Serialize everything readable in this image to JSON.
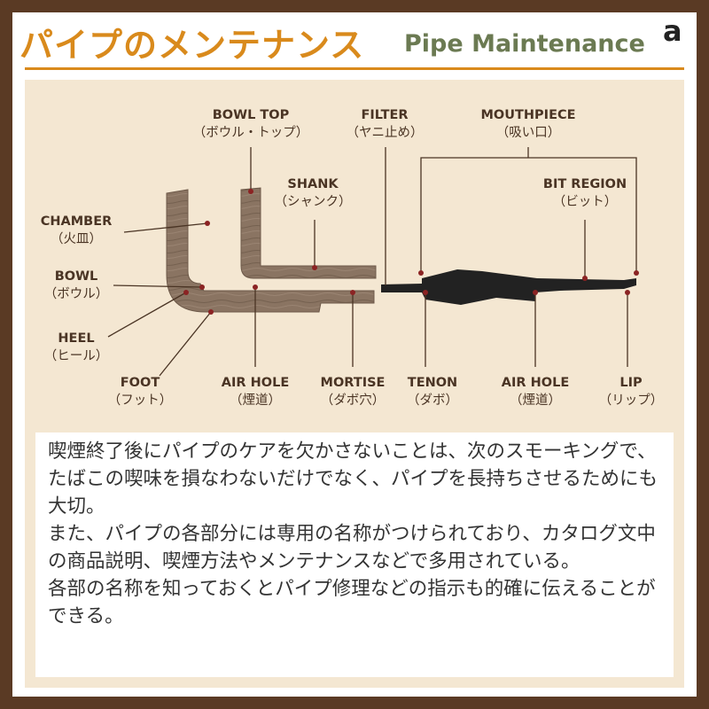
{
  "header": {
    "title_jp": "パイプのメンテナンス",
    "title_en": "Pipe Maintenance",
    "brand_mark": "a"
  },
  "colors": {
    "title_orange": "#d98a1c",
    "title_green": "#6b7a52",
    "frame_brown": "#5a3a24",
    "panel_beige": "#f4e7d2",
    "wood": "#8a7462",
    "stem_black": "#222222",
    "marker_red": "#8b2323"
  },
  "labels": {
    "bowl_top": {
      "en": "BOWL TOP",
      "jp": "（ボウル・トップ）"
    },
    "filter": {
      "en": "FILTER",
      "jp": "（ヤニ止め）"
    },
    "mouthpiece": {
      "en": "MOUTHPIECE",
      "jp": "（吸い口）"
    },
    "shank": {
      "en": "SHANK",
      "jp": "（シャンク）"
    },
    "bit_region": {
      "en": "BIT REGION",
      "jp": "（ビット）"
    },
    "chamber": {
      "en": "CHAMBER",
      "jp": "（火皿）"
    },
    "bowl": {
      "en": "BOWL",
      "jp": "（ボウル）"
    },
    "heel": {
      "en": "HEEL",
      "jp": "（ヒール）"
    },
    "foot": {
      "en": "FOOT",
      "jp": "（フット）"
    },
    "air_hole_1": {
      "en": "AIR HOLE",
      "jp": "（煙道）"
    },
    "mortise": {
      "en": "MORTISE",
      "jp": "（ダボ穴）"
    },
    "tenon": {
      "en": "TENON",
      "jp": "（ダボ）"
    },
    "air_hole_2": {
      "en": "AIR HOLE",
      "jp": "（煙道）"
    },
    "lip": {
      "en": "LIP",
      "jp": "（リップ）"
    }
  },
  "description": [
    "喫煙終了後にパイプのケアを欠かさないことは、次のスモーキングで、たばこの喫味を損なわないだけでなく、パイプを長持ちさせるためにも大切。",
    "また、パイプの各部分には専用の名称がつけられており、カタログ文中の商品説明、喫煙方法やメンテナンスなどで多用されている。",
    "各部の名称を知っておくとパイプ修理などの指示も的確に伝えることができる。"
  ]
}
